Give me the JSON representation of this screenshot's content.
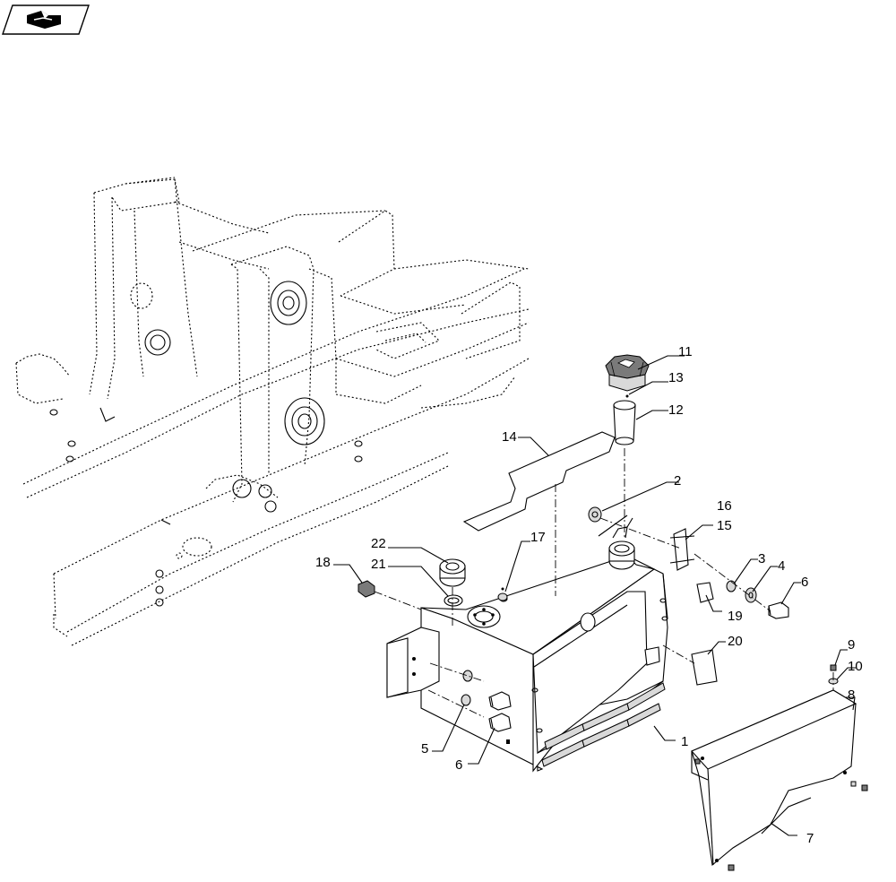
{
  "nav": {
    "icon": "back-arrow-icon"
  },
  "callouts": [
    {
      "id": "c1",
      "label": "1"
    },
    {
      "id": "c2",
      "label": "2"
    },
    {
      "id": "c3",
      "label": "3"
    },
    {
      "id": "c4",
      "label": "4"
    },
    {
      "id": "c5",
      "label": "5"
    },
    {
      "id": "c6a",
      "label": "6"
    },
    {
      "id": "c6b",
      "label": "6"
    },
    {
      "id": "c7",
      "label": "7"
    },
    {
      "id": "c8",
      "label": "8"
    },
    {
      "id": "c9",
      "label": "9"
    },
    {
      "id": "c10",
      "label": "10"
    },
    {
      "id": "c11",
      "label": "11"
    },
    {
      "id": "c12",
      "label": "12"
    },
    {
      "id": "c13",
      "label": "13"
    },
    {
      "id": "c14",
      "label": "14"
    },
    {
      "id": "c15",
      "label": "15"
    },
    {
      "id": "c16",
      "label": "16"
    },
    {
      "id": "c17",
      "label": "17"
    },
    {
      "id": "c18",
      "label": "18"
    },
    {
      "id": "c19",
      "label": "19"
    },
    {
      "id": "c20",
      "label": "20"
    },
    {
      "id": "c21",
      "label": "21"
    },
    {
      "id": "c22",
      "label": "22"
    }
  ]
}
